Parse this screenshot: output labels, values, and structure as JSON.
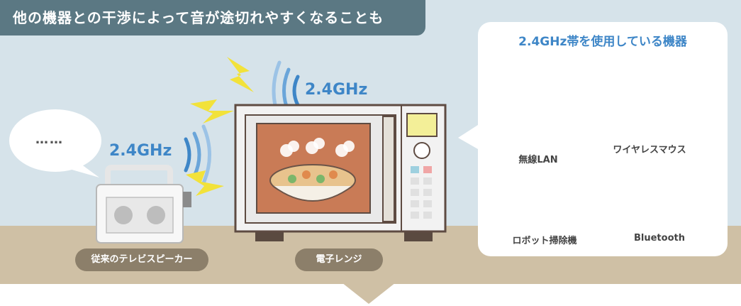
{
  "banner": {
    "text": "他の機器との干渉によって音が途切れやすくなることも"
  },
  "speech": {
    "text": "……"
  },
  "signals": {
    "speaker": "2.4GHz",
    "microwave": "2.4GHz"
  },
  "labels": {
    "speaker": "従来のテレビスピーカー",
    "microwave": "電子レンジ"
  },
  "panel": {
    "title": "2.4GHz帯を使用している機器",
    "devices": [
      "無線LAN",
      "ワイヤレスマウス",
      "ロボット掃除機",
      "Bluetooth"
    ]
  },
  "colors": {
    "banner": "#5b7883",
    "sky": "#d6e3ea",
    "floor": "#cfc0a5",
    "accent": "#3e86c7",
    "bolt": "#f2e23a"
  }
}
